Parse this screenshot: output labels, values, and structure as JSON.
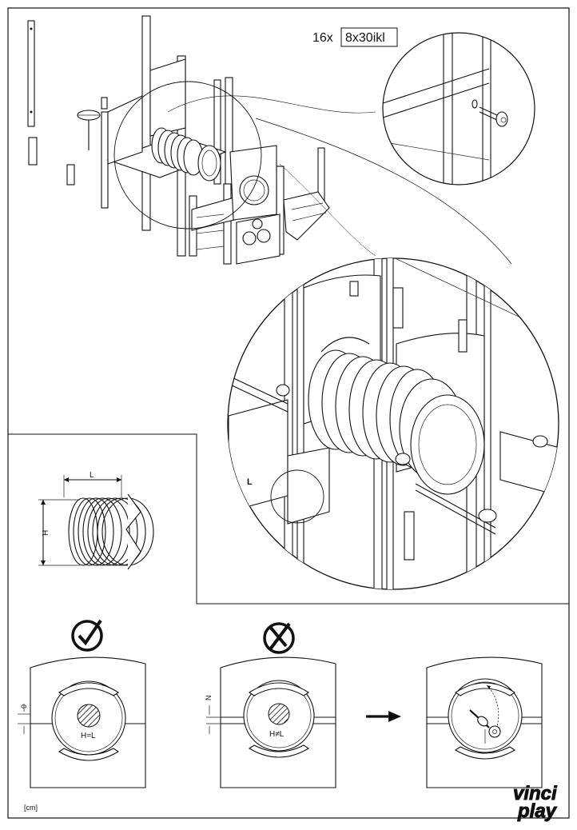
{
  "hardware": {
    "quantity": "16x",
    "bolt_code": "8x30ikl"
  },
  "dimension_labels": {
    "length": "L",
    "height": "H"
  },
  "comparison": {
    "correct": {
      "label": "H=L",
      "gap": "0"
    },
    "wrong": {
      "label": "H≠L",
      "gap": "N"
    }
  },
  "detail_marker": "L",
  "footer": {
    "unit": "[cm]",
    "brand_line1": "vinci",
    "brand_line2": "play"
  },
  "icons": [
    "check-circle-icon",
    "cross-circle-icon",
    "arrow-right-icon",
    "bolt-icon",
    "rubber-mallet-icon"
  ]
}
